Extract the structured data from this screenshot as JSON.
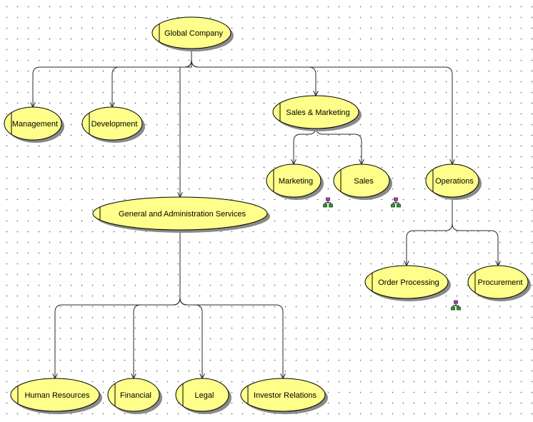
{
  "colors": {
    "node_fill": "#fefe8a",
    "node_stroke": "#000000",
    "shadow": "#8a8a8a",
    "edge": "#2a2a2a",
    "sub_icon_a": "#22aa22",
    "sub_icon_b": "#cc33cc"
  },
  "nodes": [
    {
      "id": "global",
      "label": "Global Company"
    },
    {
      "id": "management",
      "label": "Management"
    },
    {
      "id": "development",
      "label": "Development"
    },
    {
      "id": "sales_marketing",
      "label": "Sales & Marketing"
    },
    {
      "id": "general_admin",
      "label": "General and Administration Services"
    },
    {
      "id": "marketing",
      "label": "Marketing",
      "has_subdiagram": true
    },
    {
      "id": "sales",
      "label": "Sales",
      "has_subdiagram": true
    },
    {
      "id": "operations",
      "label": "Operations"
    },
    {
      "id": "order_processing",
      "label": "Order Processing",
      "has_subdiagram": true
    },
    {
      "id": "procurement",
      "label": "Procurement"
    },
    {
      "id": "human_resources",
      "label": "Human Resources"
    },
    {
      "id": "financial",
      "label": "Financial"
    },
    {
      "id": "legal",
      "label": "Legal"
    },
    {
      "id": "investor_relations",
      "label": "Investor Relations"
    }
  ],
  "edges": [
    {
      "from": "global",
      "to": "management"
    },
    {
      "from": "global",
      "to": "development"
    },
    {
      "from": "global",
      "to": "general_admin"
    },
    {
      "from": "global",
      "to": "sales_marketing"
    },
    {
      "from": "global",
      "to": "operations"
    },
    {
      "from": "sales_marketing",
      "to": "marketing"
    },
    {
      "from": "sales_marketing",
      "to": "sales"
    },
    {
      "from": "operations",
      "to": "order_processing"
    },
    {
      "from": "operations",
      "to": "procurement"
    },
    {
      "from": "general_admin",
      "to": "human_resources"
    },
    {
      "from": "general_admin",
      "to": "financial"
    },
    {
      "from": "general_admin",
      "to": "legal"
    },
    {
      "from": "general_admin",
      "to": "investor_relations"
    }
  ]
}
